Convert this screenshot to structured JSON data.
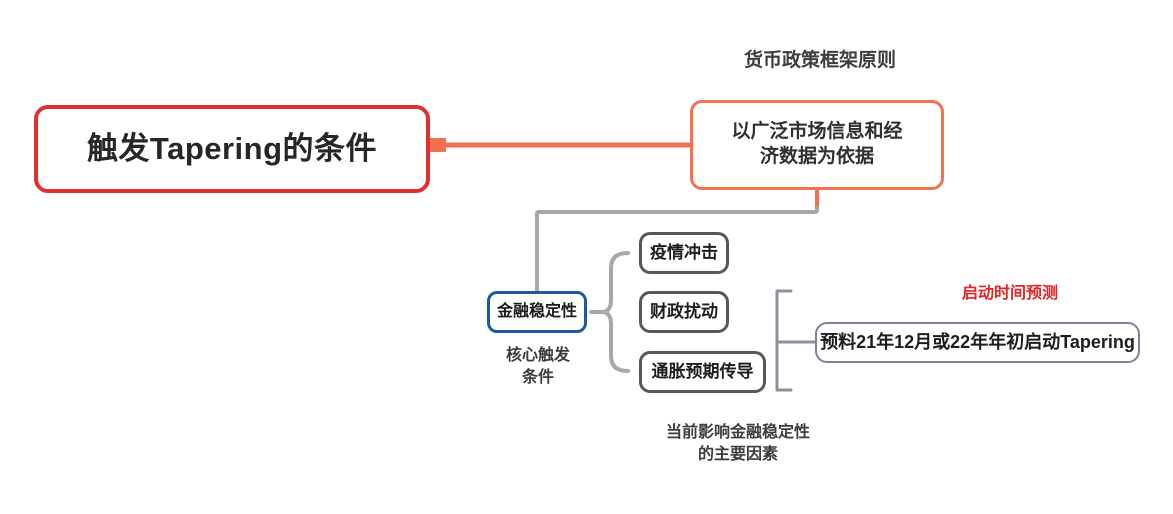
{
  "diagram": {
    "type": "mind-map",
    "title_node": {
      "label": "触发Tapering的条件",
      "color": "#e02f2f"
    },
    "branch_principle": {
      "caption": "货币政策框架原则",
      "label_line1": "以广泛市场信息和经",
      "label_line2": "济数据为依据",
      "color": "#f4704f"
    },
    "branch_stability": {
      "label": "金融稳定性",
      "caption_line1": "核心触发",
      "caption_line2": "条件",
      "color": "#1b5a9c"
    },
    "factors": {
      "caption_line1": "当前影响金融稳定性",
      "caption_line2": "的主要因素",
      "items": [
        {
          "label": "疫情冲击"
        },
        {
          "label": "财政扰动"
        },
        {
          "label": "通胀预期传导"
        }
      ],
      "color": "#585858"
    },
    "branch_timing": {
      "caption": "启动时间预测",
      "caption_color": "#e02525",
      "label": "预料21年12月或22年年初启动Tapering",
      "color": "#7b8495"
    },
    "connector_colors": {
      "root_branch": "#f4704f",
      "sub_branch": "#a8a8a8",
      "brace": "#a8a8a8"
    }
  }
}
